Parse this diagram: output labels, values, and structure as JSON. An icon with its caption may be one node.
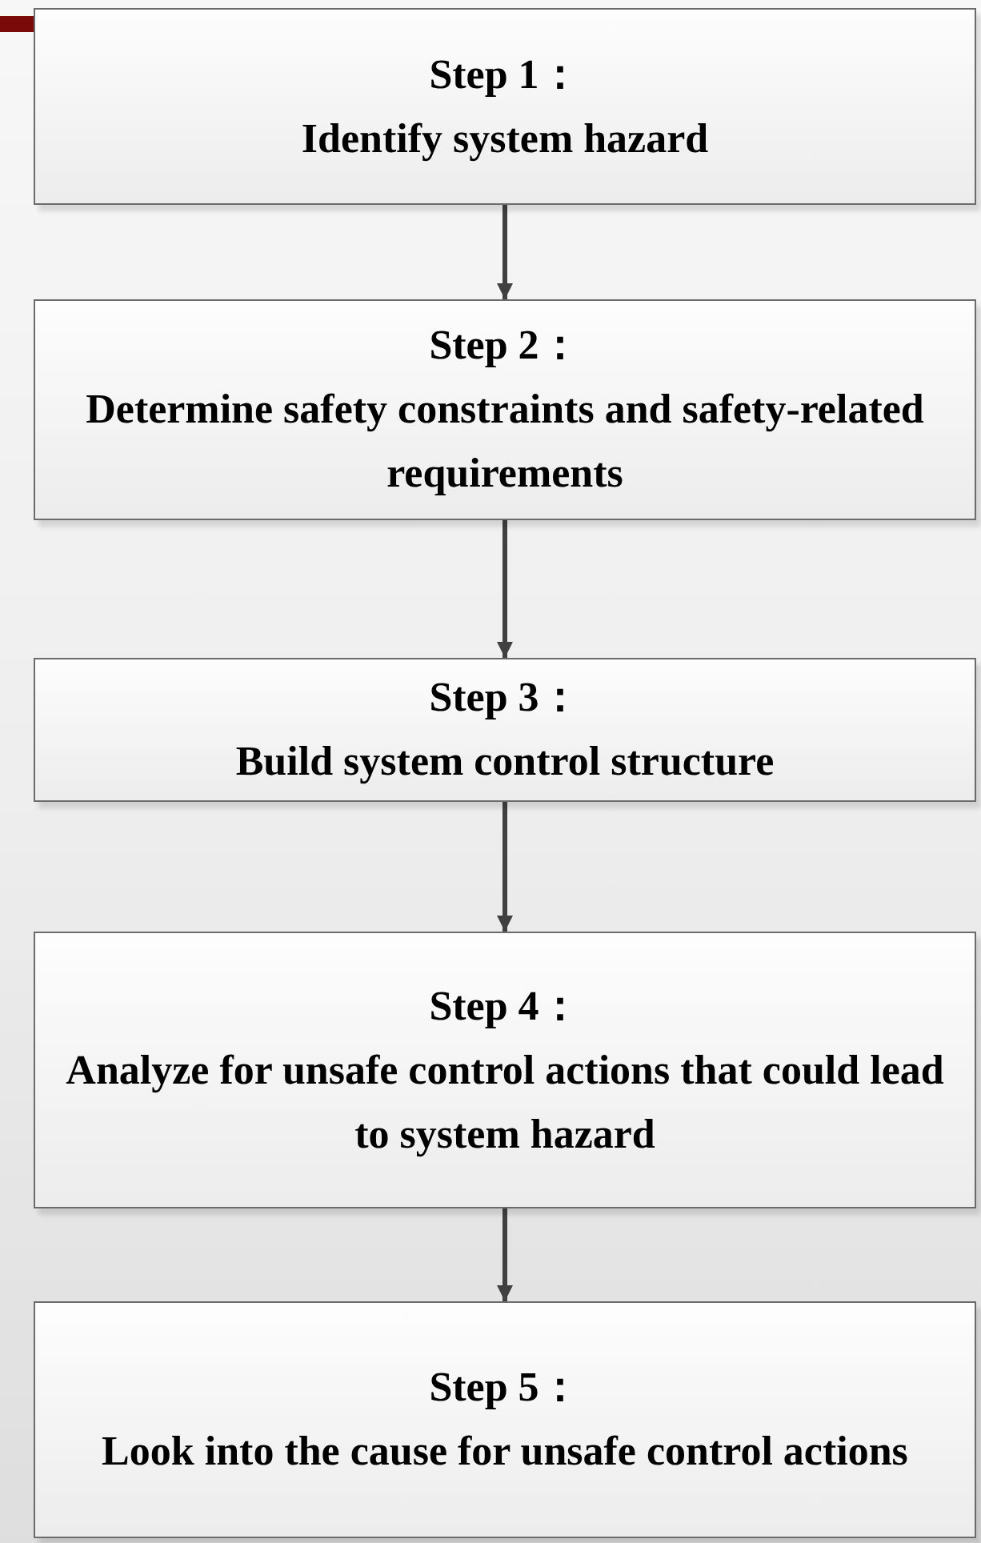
{
  "diagram": {
    "nodes": [
      {
        "text": [
          "Step 1：",
          "Identify system hazard"
        ]
      },
      {
        "text": [
          "Step 2：",
          "Determine safety constraints and safety-related requirements"
        ]
      },
      {
        "text": [
          "Step 3：",
          "Build system control structure"
        ]
      },
      {
        "text": [
          "Step 4：",
          "Analyze for unsafe control actions that could lead to system hazard"
        ]
      },
      {
        "text": [
          "Step 5：",
          "Look into the cause for unsafe control actions"
        ]
      }
    ],
    "edges": [
      {
        "from": 0,
        "to": 1,
        "arrow": "to"
      },
      {
        "from": 1,
        "to": 2,
        "arrow": "to"
      },
      {
        "from": 2,
        "to": 3,
        "arrow": "to"
      },
      {
        "from": 3,
        "to": 4,
        "arrow": "to"
      }
    ]
  }
}
